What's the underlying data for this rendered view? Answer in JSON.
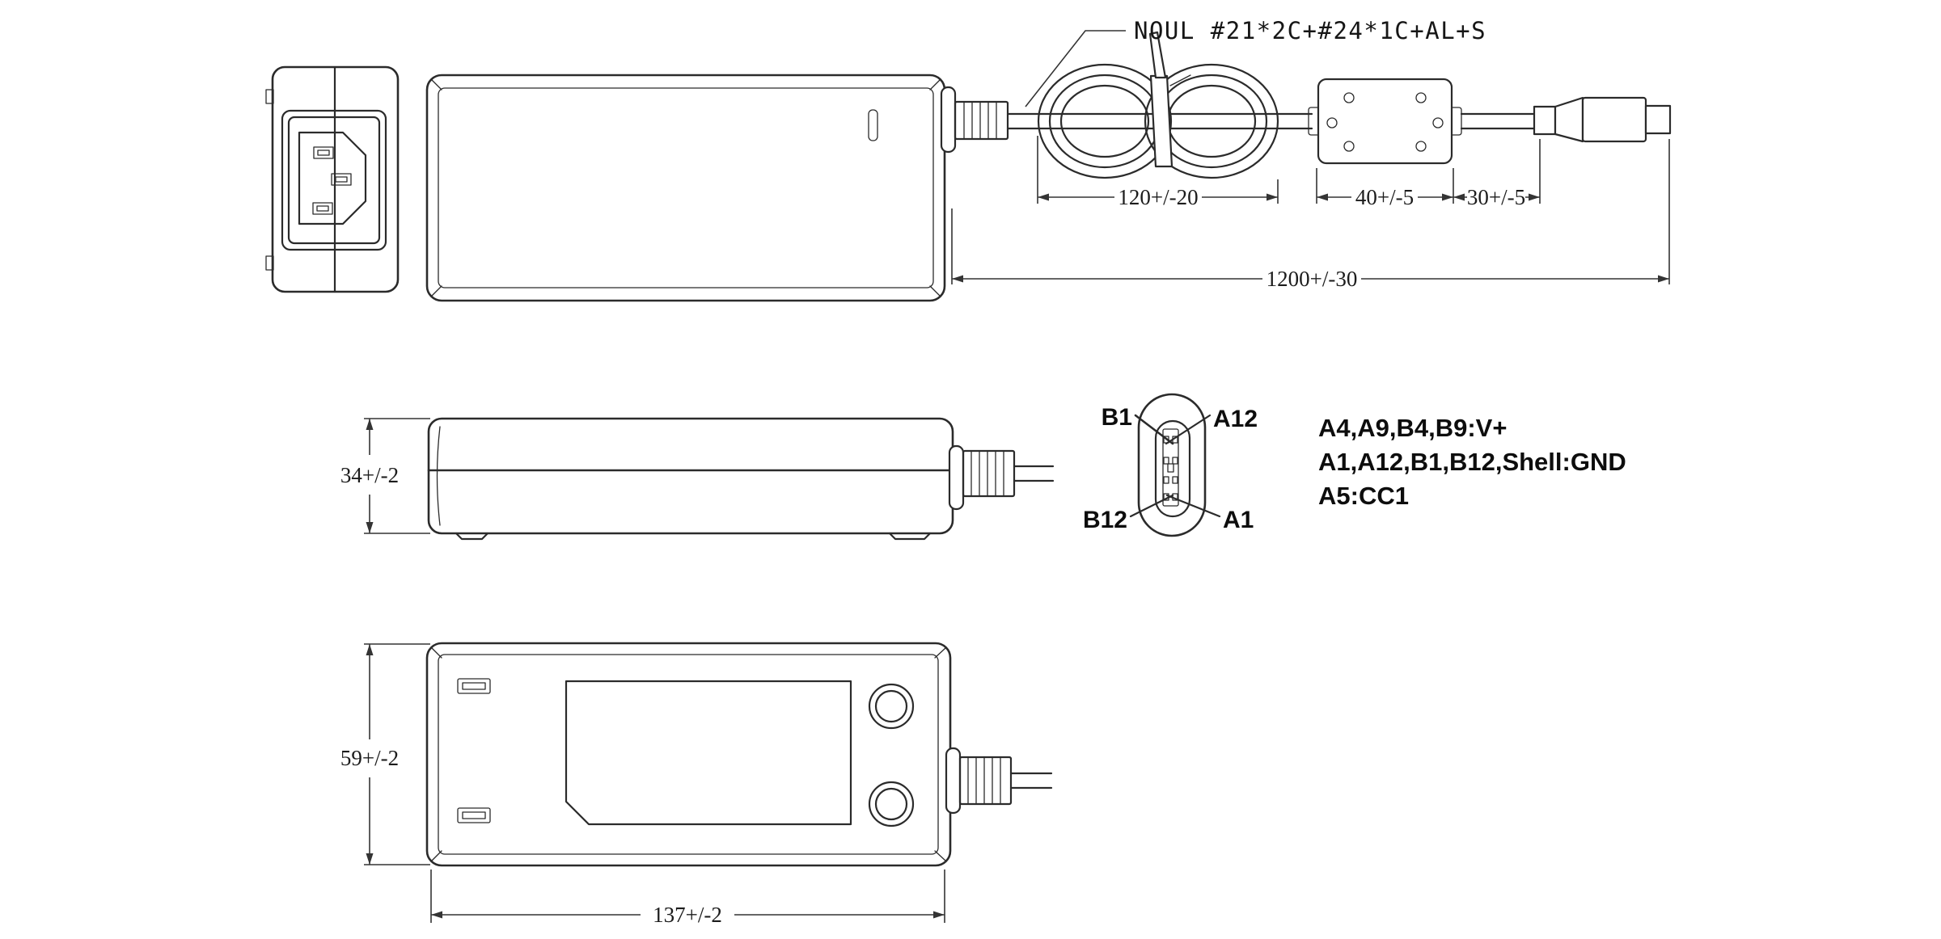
{
  "page": {
    "background": "#ffffff",
    "line_color": "#2b2b2b"
  },
  "annotations": {
    "cable_spec": "NOUL  #21*2C+#24*1C+AL+S",
    "pin_functions": {
      "line1": "A4,A9,B4,B9:V+",
      "line2": "A1,A12,B1,B12,Shell:GND",
      "line3": "A5:CC1"
    },
    "pin_labels": {
      "top_left": "B1",
      "top_right": "A12",
      "bottom_left": "B12",
      "bottom_right": "A1"
    }
  },
  "dimensions": {
    "coil_length": "120+/-20",
    "ferrite_length": "40+/-5",
    "ferrite_to_plug": "30+/-5",
    "total_cable_length": "1200+/-30",
    "case_height": "34+/-2",
    "case_width": "59+/-2",
    "case_length": "137+/-2"
  }
}
